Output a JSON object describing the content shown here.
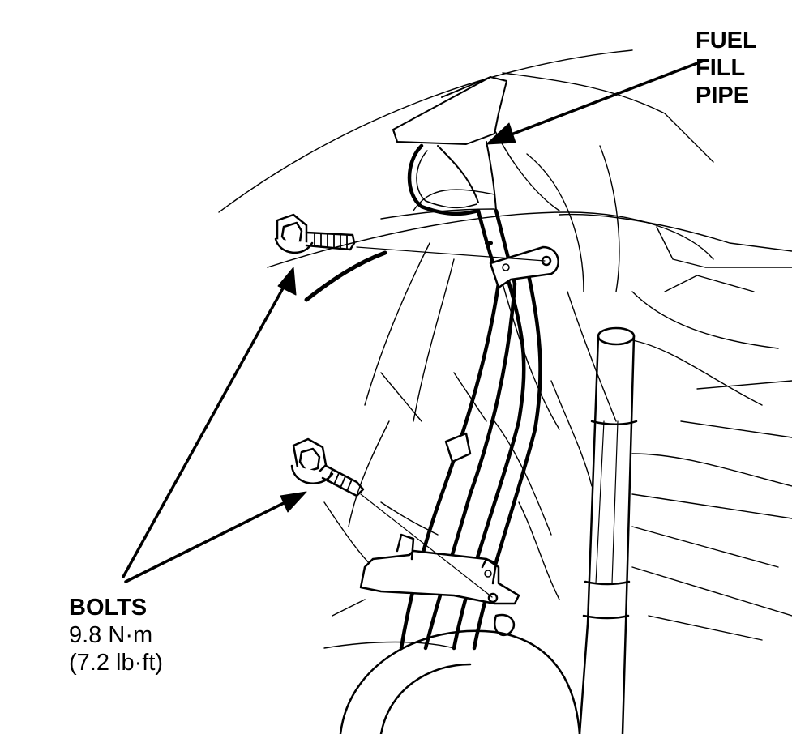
{
  "labels": {
    "fuel_fill_pipe": [
      "FUEL",
      "FILL",
      "PIPE"
    ],
    "bolts_title": "BOLTS",
    "bolts_torque_metric": "9.8 N·m",
    "bolts_torque_imperial": "(7.2 lb·ft)"
  },
  "colors": {
    "ink": "#000000",
    "paper": "#ffffff"
  },
  "icons": [
    "bolt-icon",
    "bolt-icon",
    "arrow-icon"
  ]
}
